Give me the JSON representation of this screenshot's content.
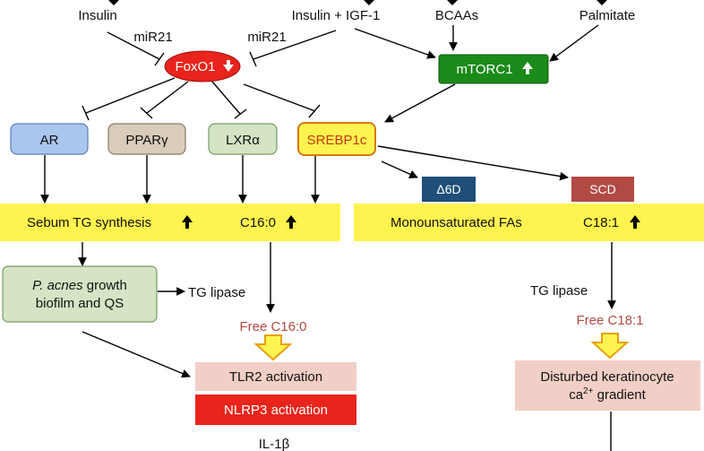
{
  "inputs": {
    "insulin": "Insulin",
    "insulin_igf1": "Insulin + IGF-1",
    "bcaas": "BCAAs",
    "palmitate": "Palmitate"
  },
  "mirna": {
    "left": "miR21",
    "right": "miR21"
  },
  "foxo1": {
    "label": "FoxO1",
    "color": "#e8241c"
  },
  "mtorc1": {
    "label": "mTORC1",
    "color": "#1a8a1a"
  },
  "targets": {
    "ar": "AR",
    "ppar": "PPARγ",
    "lxr": "LXRα",
    "srebp1c": "SREBP1c"
  },
  "enzymes": {
    "d6d": "Δ6D",
    "scd": "SCD"
  },
  "bands": {
    "left_a": "Sebum TG synthesis",
    "left_b": "C16:0",
    "right_a": "Monounsaturated FAs",
    "right_b": "C18:1",
    "color": "#fff44f"
  },
  "pacnes": {
    "italic": "P. acnes",
    "line1_rest": " growth",
    "line2": "biofilm and QS"
  },
  "lipase_left": "TG lipase",
  "lipase_right": "TG lipase",
  "free_c16": "Free C16:0",
  "free_c18": "Free C18:1",
  "tlr2": "TLR2 activation",
  "nlrp3": "NLRP3 activation",
  "il1b": "IL-1β",
  "keratinocyte": {
    "line1": "Disturbed keratinocyte",
    "line2_pre": "ca",
    "line2_sup": "2+",
    "line2_post": " gradient"
  }
}
